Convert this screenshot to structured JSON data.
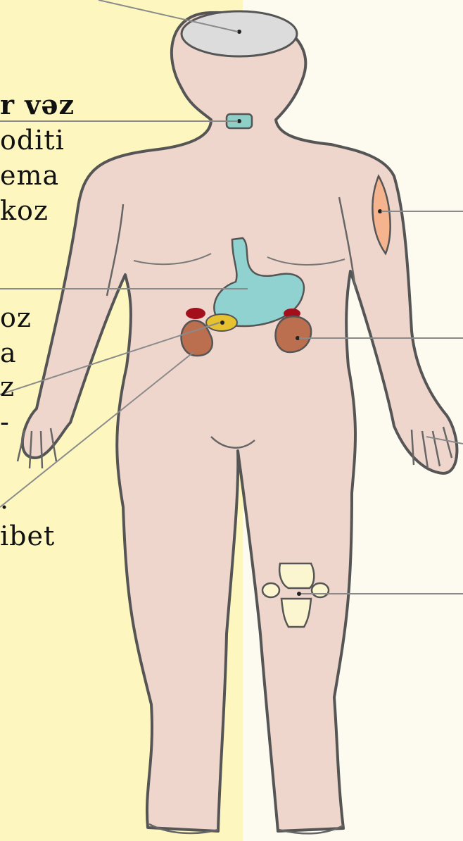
{
  "labels": [
    {
      "id": "gland",
      "text": "r vəz",
      "bold": true
    },
    {
      "id": "thyroiditis",
      "text": "oditi",
      "bold": false
    },
    {
      "id": "edema",
      "text": "ema",
      "bold": false
    },
    {
      "id": "oz",
      "text": "koz",
      "bold": false
    },
    {
      "id": "z1",
      "text": "oz",
      "bold": false
    },
    {
      "id": "a1",
      "text": "a",
      "bold": false
    },
    {
      "id": "z2",
      "text": "z",
      "bold": false
    },
    {
      "id": "dash1",
      "text": "-",
      "bold": false
    },
    {
      "id": "dot1",
      "text": ".",
      "bold": false
    },
    {
      "id": "diabet",
      "text": "ibet",
      "bold": false
    }
  ],
  "colors": {
    "background_left": "#fdf7bf",
    "background_right": "#fdfbf0",
    "skin": "#efd6cc",
    "outline": "#555555",
    "brain": "#dcdcdc",
    "thyroid": "#8ecfc8",
    "stomach": "#8fd2cf",
    "kidney": "#bb6f4e",
    "adrenal": "#a30f1a",
    "pancreas": "#e6c231",
    "muscle": "#f5b48e",
    "knee": "#fbf6d0",
    "leader_line": "#8a8a8a"
  }
}
